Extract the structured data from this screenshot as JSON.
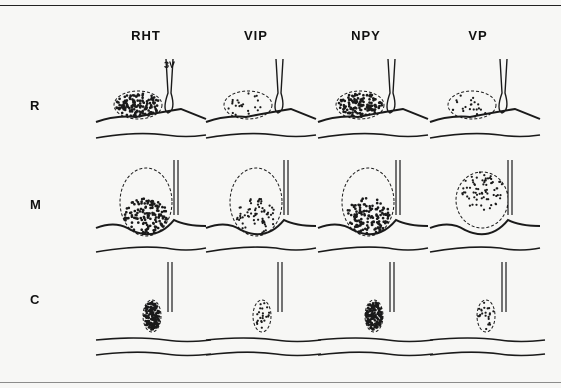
{
  "columns": [
    "RHT",
    "VIP",
    "NPY",
    "VP"
  ],
  "rows": [
    "R",
    "M",
    "C"
  ],
  "ventricle_label": "3V",
  "colors": {
    "ink": "#1a1a1a",
    "paper": "#f7f7f5"
  },
  "panels": [
    {
      "column": "RHT",
      "row": "R",
      "density": "dense",
      "region": "ventral"
    },
    {
      "column": "VIP",
      "row": "R",
      "density": "sparse",
      "region": "ventral"
    },
    {
      "column": "NPY",
      "row": "R",
      "density": "dense",
      "region": "ventral"
    },
    {
      "column": "VP",
      "row": "R",
      "density": "sparse",
      "region": "dorsal"
    },
    {
      "column": "RHT",
      "row": "M",
      "density": "dense",
      "region": "ventral"
    },
    {
      "column": "VIP",
      "row": "M",
      "density": "medium",
      "region": "ventral"
    },
    {
      "column": "NPY",
      "row": "M",
      "density": "dense",
      "region": "ventral"
    },
    {
      "column": "VP",
      "row": "M",
      "density": "medium",
      "region": "dorsal"
    },
    {
      "column": "RHT",
      "row": "C",
      "density": "dense",
      "region": "center"
    },
    {
      "column": "VIP",
      "row": "C",
      "density": "sparse",
      "region": "center"
    },
    {
      "column": "NPY",
      "row": "C",
      "density": "dense",
      "region": "center"
    },
    {
      "column": "VP",
      "row": "C",
      "density": "sparse",
      "region": "center"
    }
  ]
}
